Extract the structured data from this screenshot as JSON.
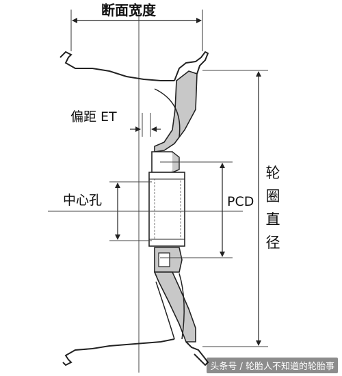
{
  "labels": {
    "section_width": "断面宽度",
    "offset": "偏距 ET",
    "center_bore": "中心孔",
    "pcd": "PCD",
    "wheel_diameter": [
      "轮",
      "圈",
      "直",
      "径"
    ]
  },
  "watermark": "头条号 / 轮胎人不知道的轮胎事",
  "colors": {
    "line": "#222222",
    "fill": "#c8c8c8",
    "guide": "#555555"
  }
}
